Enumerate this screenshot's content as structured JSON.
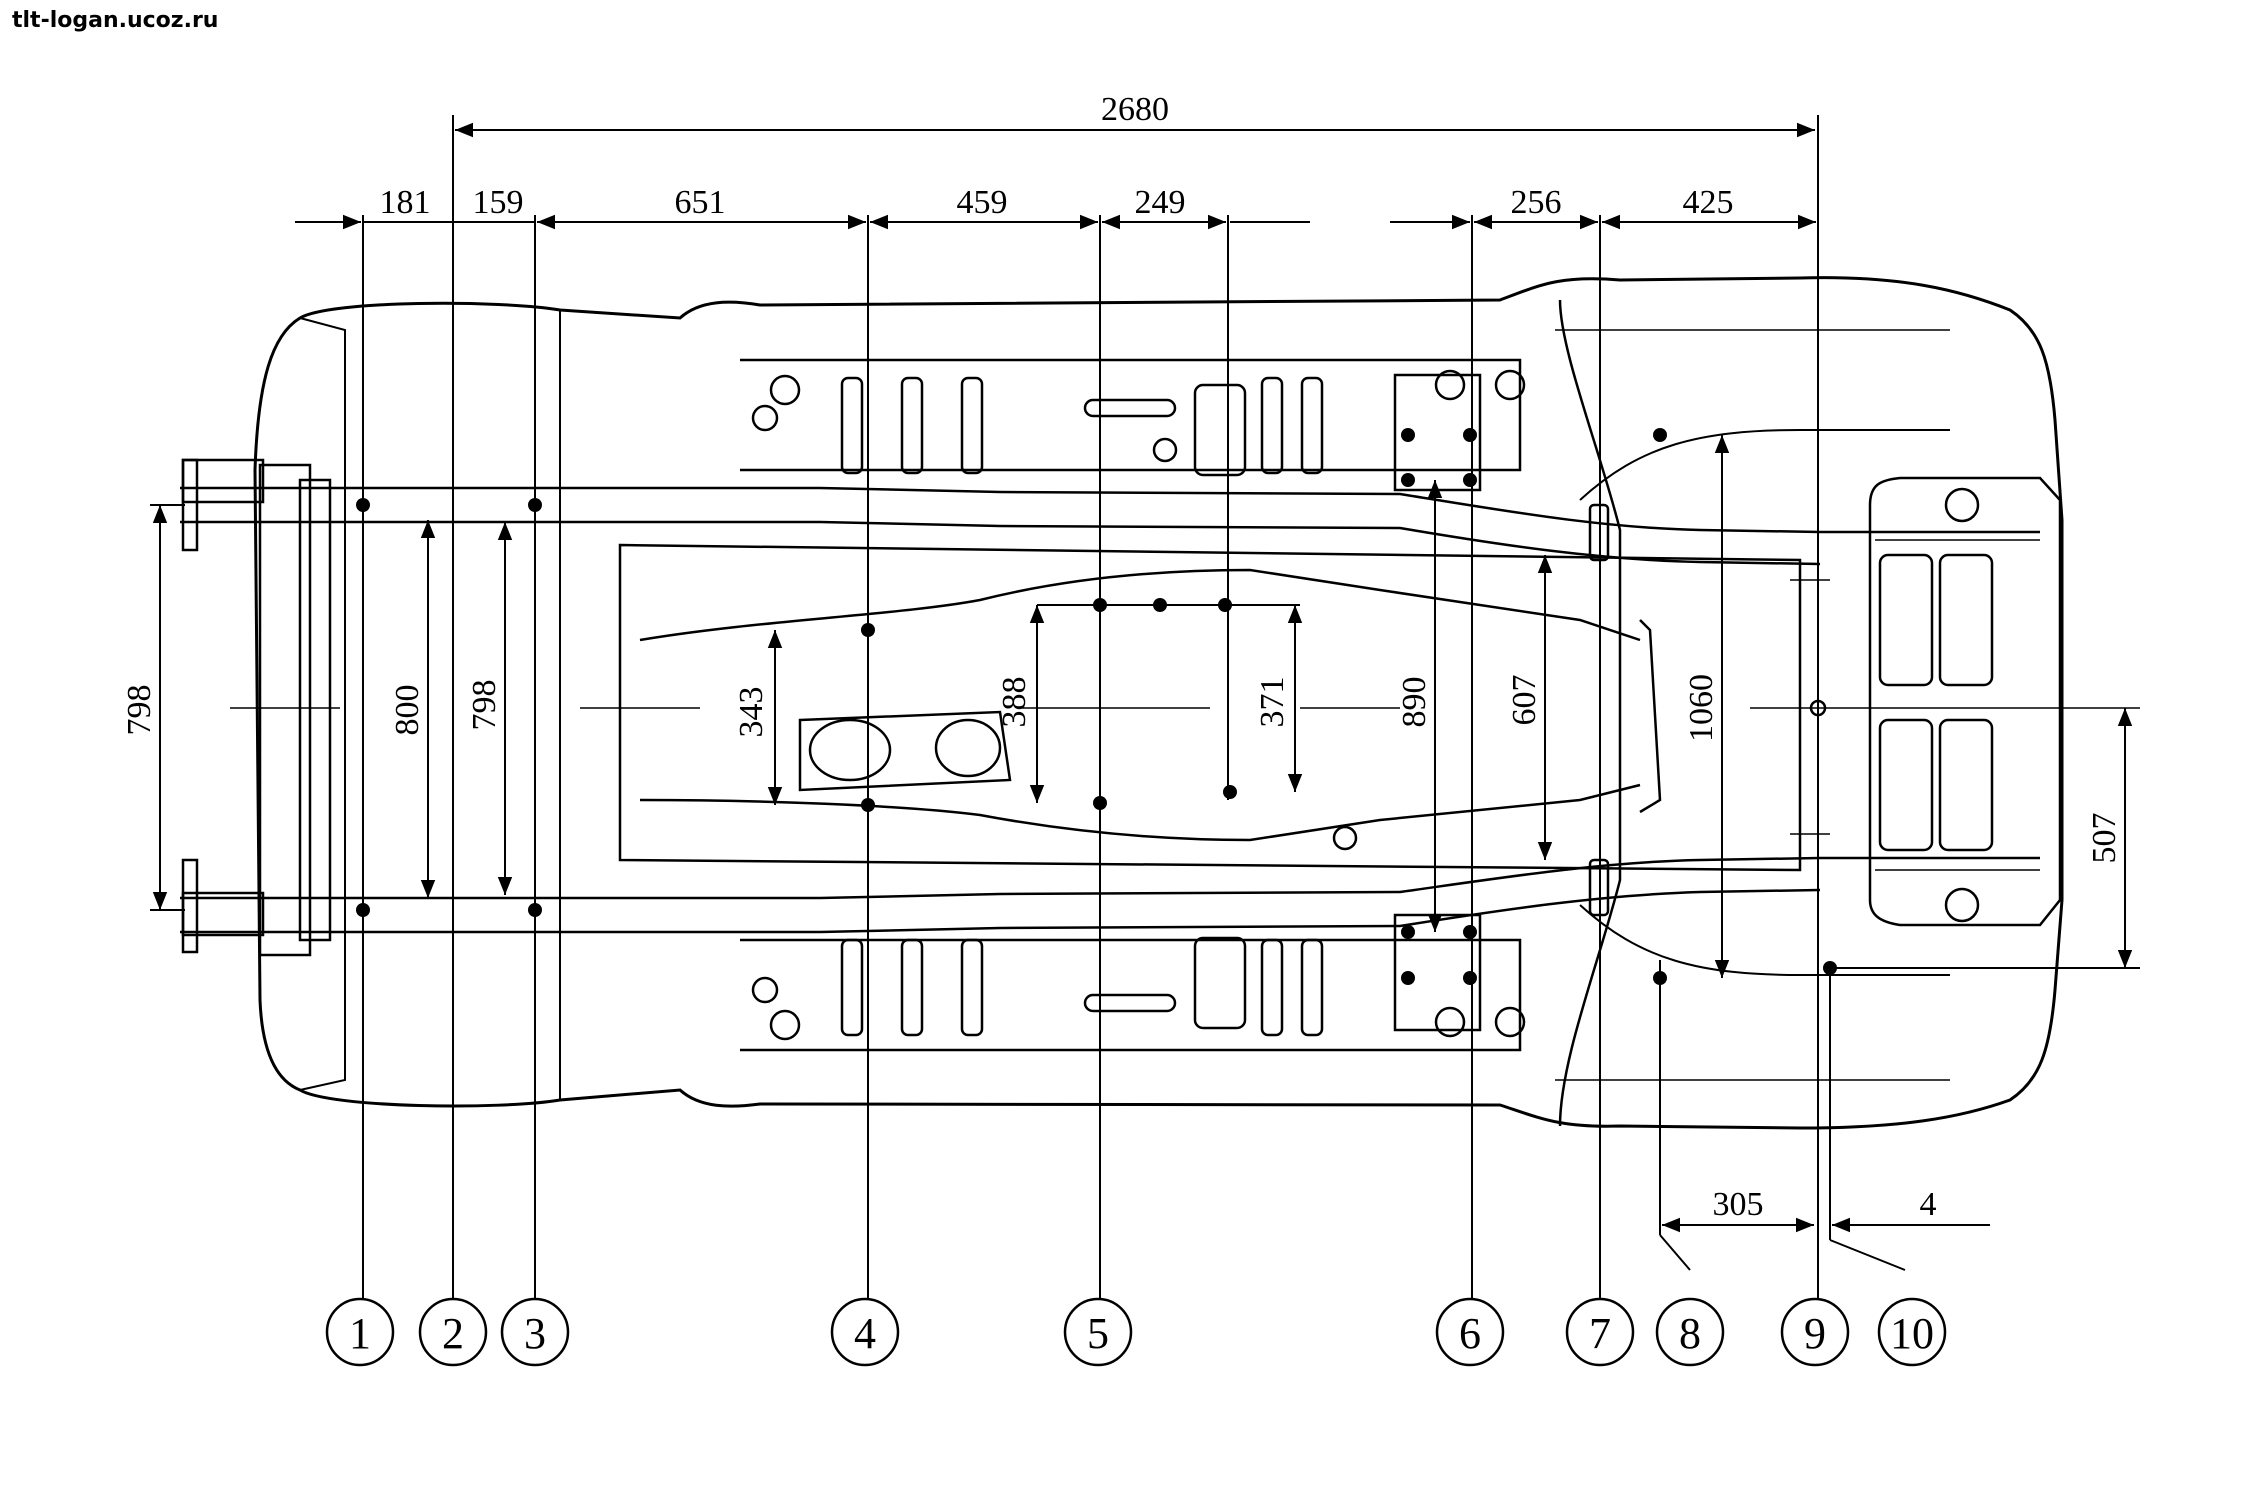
{
  "watermark": "tlt-logan.ucoz.ru",
  "diagram": {
    "overall_length": "2680",
    "top_dimensions": [
      "181",
      "159",
      "651",
      "459",
      "249",
      "256",
      "425"
    ],
    "vertical_dimensions": [
      "798",
      "800",
      "798",
      "343",
      "388",
      "371",
      "890",
      "607",
      "1060",
      "507"
    ],
    "bottom_dimensions": [
      "305",
      "4"
    ],
    "reference_points": [
      "1",
      "2",
      "3",
      "4",
      "5",
      "6",
      "7",
      "8",
      "9",
      "10"
    ]
  }
}
